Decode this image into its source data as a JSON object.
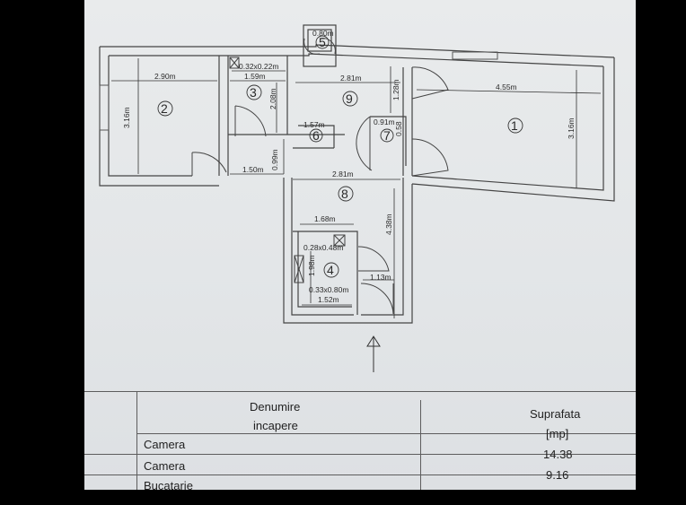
{
  "plan": {
    "dims": {
      "d1": "2.90m",
      "d2": "2.81m",
      "d3": "4.55m",
      "d4": "1.59m",
      "d5": "0.32x0.22m",
      "d6": "2.08m",
      "d7": "1.28m",
      "d8": "3.16m",
      "d9": "3.16m",
      "d10": "0.99m",
      "d11": "1.50m",
      "d12": "2.81m",
      "d13": "1.68m",
      "d14": "4.38m",
      "d15": "0.28x0.48m",
      "d16": "1.98m",
      "d17": "1.13m",
      "d18": "0.33x0.80m",
      "d19": "1.52m",
      "d20": "0.80m",
      "d21": "1.57m",
      "d22": "0.91m",
      "d23": "0.58"
    },
    "rooms": [
      "1",
      "2",
      "3",
      "4",
      "5",
      "6",
      "7",
      "8",
      "9"
    ]
  },
  "legend": {
    "col1_header_line1": "Denumire",
    "col1_header_line2": "incapere",
    "col2_header_line1": "Suprafata",
    "col2_header_line2": "[mp]",
    "rows": [
      {
        "name": "Camera",
        "area": "14.38"
      },
      {
        "name": "Camera",
        "area": "9.16"
      },
      {
        "name": "Bucatarie",
        "area": ""
      }
    ]
  }
}
